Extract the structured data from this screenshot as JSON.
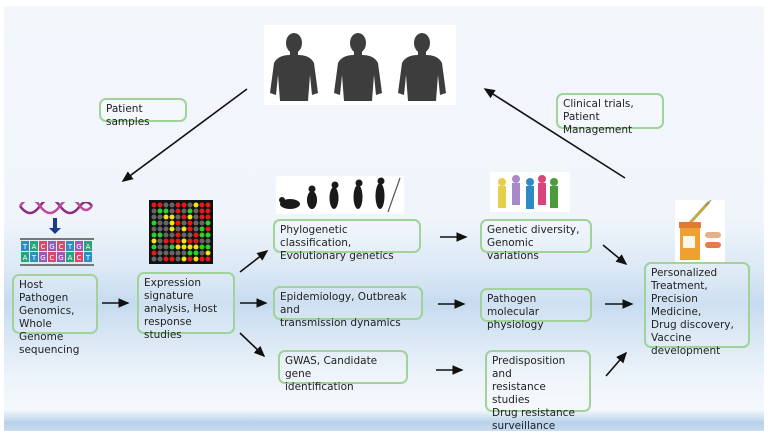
{
  "diagram": {
    "top_image": "patients-silhouettes",
    "labels": {
      "patient_samples": "Patient samples",
      "clinical_trials": "Clinical trials,\nPatient Management"
    },
    "nodes": {
      "host_pathogen": "Host Pathogen\nGenomics,\nWhole Genome\nsequencing",
      "expression": "Expression\nsignature\nanalysis, Host\nresponse studies",
      "phylogenetic": "Phylogenetic classification,\nEvolutionary genetics",
      "epidemiology": "Epidemiology, Outbreak and\ntransmission dynamics",
      "gwas": "GWAS, Candidate gene\nidentification",
      "genetic_diversity": "Genetic diversity,\nGenomic variations",
      "pathogen_physiology": "Pathogen molecular\nphysiology",
      "predisposition": "Predisposition and\nresistance studies\nDrug resistance\nsurveillance",
      "personalized": "Personalized\nTreatment,\nPrecision Medicine,\nDrug discovery,\nVaccine\ndevelopment"
    },
    "dna_sequence": {
      "top": [
        "T",
        "A",
        "C",
        "G",
        "C",
        "T",
        "G",
        "A"
      ],
      "bottom": [
        "A",
        "T",
        "G",
        "C",
        "G",
        "A",
        "C",
        "T"
      ]
    },
    "icons": [
      "dna-helix-icon",
      "microarray-icon",
      "evolution-icon",
      "diverse-people-icon",
      "medicine-icon"
    ],
    "colors": {
      "box_border": "#9fd39a",
      "arrow": "#111111",
      "silhouette": "#3d3d3d"
    }
  }
}
